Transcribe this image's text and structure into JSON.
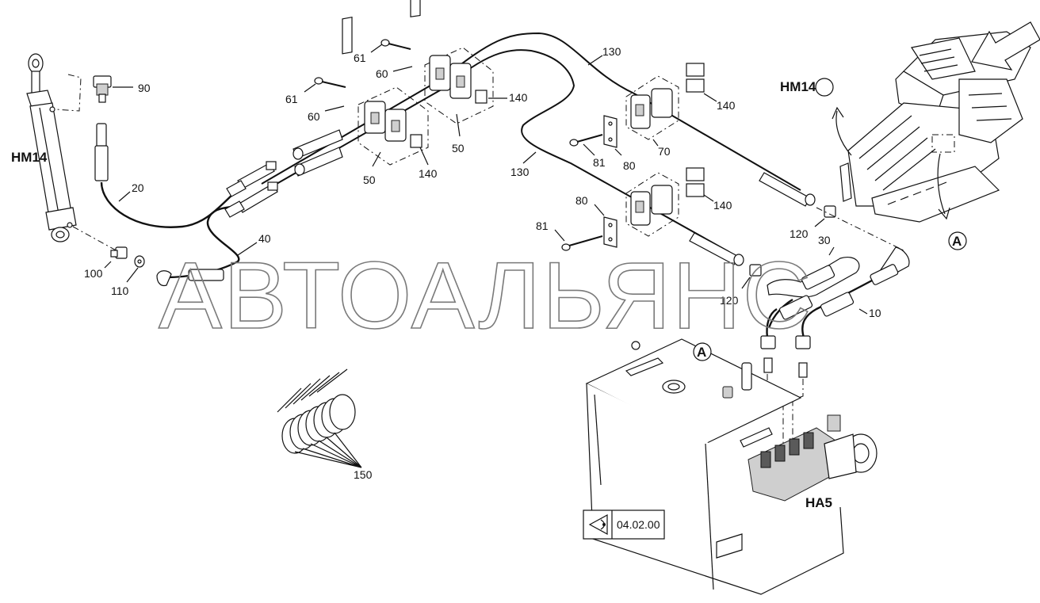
{
  "watermark": "АВТОАЛЬЯНС",
  "reference": {
    "code": "04.02.00",
    "icon": "eye-view-icon"
  },
  "assemblies": {
    "cylinder": "HM14",
    "machine_callout": "HM14",
    "valve_block": "HA5"
  },
  "detail_markers": {
    "machine": "A",
    "tank": "A"
  },
  "part_labels": {
    "p90": "90",
    "p61a": "61",
    "p61b": "61",
    "p60a": "60",
    "p60b": "60",
    "p130a": "130",
    "p130b": "130",
    "p140a": "140",
    "p140b": "140",
    "p140c": "140",
    "p140d": "140",
    "p50a": "50",
    "p50b": "50",
    "p20": "20",
    "p40": "40",
    "p100": "100",
    "p110": "110",
    "p81a": "81",
    "p81b": "81",
    "p80a": "80",
    "p80b": "80",
    "p70": "70",
    "p120a": "120",
    "p120b": "120",
    "p30": "30",
    "p10": "10",
    "p150": "150"
  },
  "colors": {
    "line": "#111111",
    "watermark": "#7a7a7a",
    "background": "#ffffff"
  }
}
